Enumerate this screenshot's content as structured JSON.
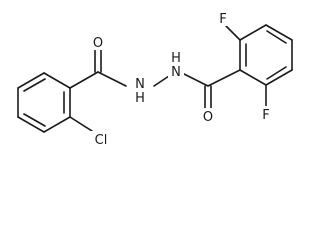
{
  "molecule": {
    "labels": {
      "o_left": "O",
      "o_right": "O",
      "nh_upper": "H\nN",
      "nh_lower": "N\nH",
      "f_top": "F",
      "f_bottom": "F",
      "cl": "Cl"
    }
  }
}
